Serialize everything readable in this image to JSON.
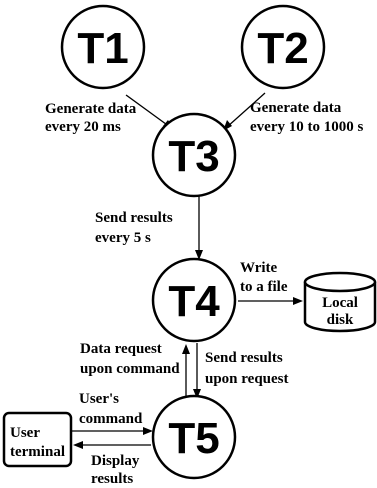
{
  "nodes": {
    "t1": "T1",
    "t2": "T2",
    "t3": "T3",
    "t4": "T4",
    "t5": "T5"
  },
  "boxes": {
    "user_terminal": [
      "User",
      "terminal"
    ],
    "local_disk": [
      "Local",
      "disk"
    ]
  },
  "edges": {
    "t1_t3": [
      "Generate data",
      "every 20 ms"
    ],
    "t2_t3": [
      "Generate data",
      "every 10 to 1000 s"
    ],
    "t3_t4": [
      "Send results",
      "every 5 s"
    ],
    "t4_disk": [
      "Write",
      "to a file"
    ],
    "t5_t4": [
      "Data request",
      "upon command"
    ],
    "t4_t5": [
      "Send results",
      "upon request"
    ],
    "user_t5": [
      "User's",
      "command"
    ],
    "t5_user": [
      "Display",
      "results"
    ]
  }
}
